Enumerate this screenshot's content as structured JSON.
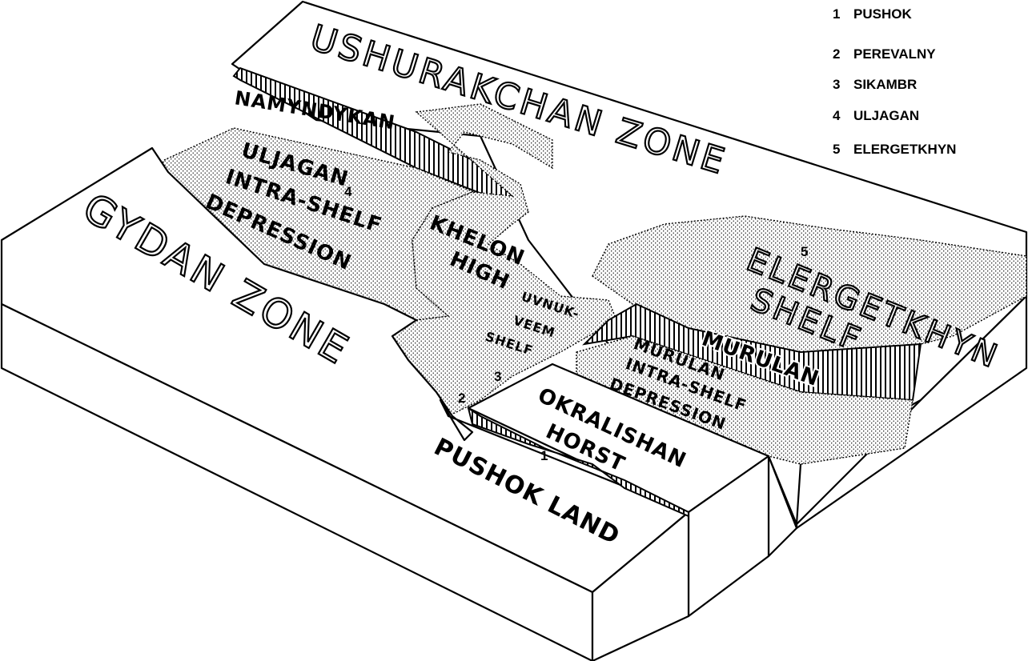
{
  "legend": [
    {
      "number": "1",
      "name": "PUSHOK"
    },
    {
      "number": "2",
      "name": "PEREVALNY"
    },
    {
      "number": "3",
      "name": "SIKAMBR"
    },
    {
      "number": "4",
      "name": "ULJAGAN"
    },
    {
      "number": "5",
      "name": "ELERGETKHYN"
    }
  ],
  "labels": {
    "ushurakchan": "USHURAKCHAN ZONE",
    "gydan": "GYDAN ZONE",
    "namyndykan": "NAMYNDYKAN",
    "uljagan_1": "ULJAGAN",
    "uljagan_2": "INTRA-SHELF",
    "uljagan_3": "DEPRESSION",
    "khelon_1": "KHELON",
    "khelon_2": "HIGH",
    "uvnuk_1": "UVNUK-",
    "uvnuk_2": "VEEM",
    "uvnuk_3": "SHELF",
    "elergetkhyn_1": "ELERGETKHYN",
    "elergetkhyn_2": "SHELF",
    "murulan": "MURULAN",
    "murulan_dep_1": "MURULAN",
    "murulan_dep_2": "INTRA-SHELF",
    "murulan_dep_3": "DEPRESSION",
    "okralishan_1": "OKRALISHAN",
    "okralishan_2": "HORST",
    "pushok_land": "PUSHOK LAND"
  },
  "markers": {
    "m1": "1",
    "m2": "2",
    "m3": "3",
    "m4": "4",
    "m5": "5"
  }
}
